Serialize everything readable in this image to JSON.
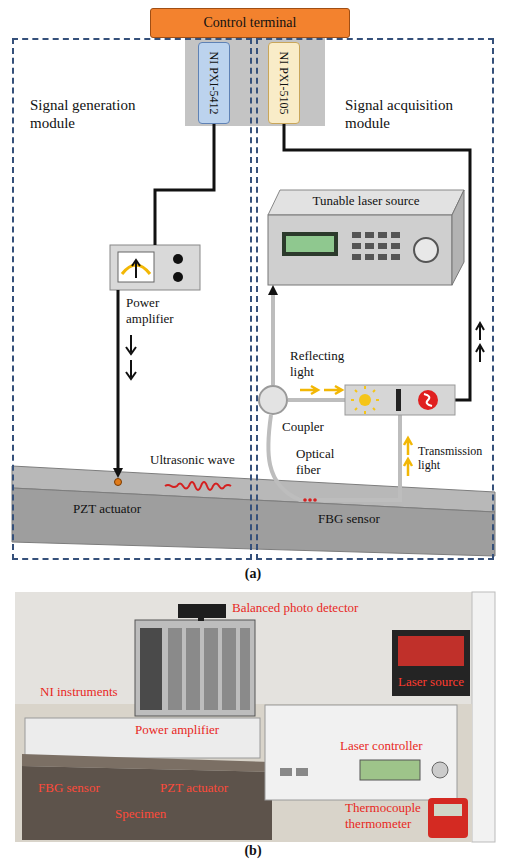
{
  "diagram": {
    "nodes": [
      {
        "text": [
          "Control terminal"
        ]
      },
      {
        "text": [
          "Signal generation module"
        ]
      },
      {
        "text": [
          "NI PXI-5412"
        ],
        "in": 1
      },
      {
        "text": [
          "Power amplifier"
        ],
        "in": 1
      },
      {
        "text": [
          "PZT actuator"
        ],
        "in": 1
      },
      {
        "text": [
          "Signal acquisition module"
        ]
      },
      {
        "text": [
          "NI PXI-5105"
        ],
        "in": 5
      },
      {
        "text": [
          "Tunable laser source"
        ],
        "in": 5
      },
      {
        "text": [
          "Coupler"
        ],
        "in": 5
      }
    ],
    "edges": [
      {
        "from": 2,
        "to": 3,
        "arrow": "none"
      },
      {
        "from": 3,
        "to": 4,
        "arrow": "to"
      },
      {
        "from": 8,
        "to": 7,
        "arrow": "to"
      }
    ],
    "labels": [
      "Ultrasonic wave",
      "Reflecting light",
      "Transmission light",
      "Optical fiber",
      "FBG sensor",
      "(a)",
      "Balanced photo detector",
      "NI instruments",
      "Laser source",
      "Power amplifier",
      "Laser controller",
      "FBG sensor",
      "PZT actuator",
      "Specimen",
      "Thermocouple thermometer",
      "(b)"
    ]
  }
}
